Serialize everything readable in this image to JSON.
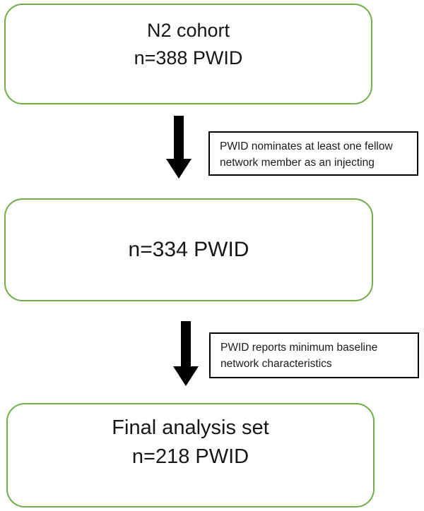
{
  "flowchart": {
    "boxes": [
      {
        "lines": [
          "N2 cohort",
          "n=388 PWID"
        ]
      },
      {
        "lines": [
          "n=334 PWID"
        ]
      },
      {
        "lines": [
          "Final analysis set",
          "n=218 PWID"
        ]
      }
    ],
    "annotations": [
      {
        "lines": [
          "PWID nominates at least one fellow",
          "network member as an injecting"
        ]
      },
      {
        "lines": [
          "PWID reports minimum baseline",
          "network characteristics"
        ]
      }
    ],
    "colors": {
      "box_border": "#70AD47",
      "annotation_border": "#000000",
      "arrow": "#000000",
      "text": "#161616",
      "background": "#ffffff"
    }
  }
}
